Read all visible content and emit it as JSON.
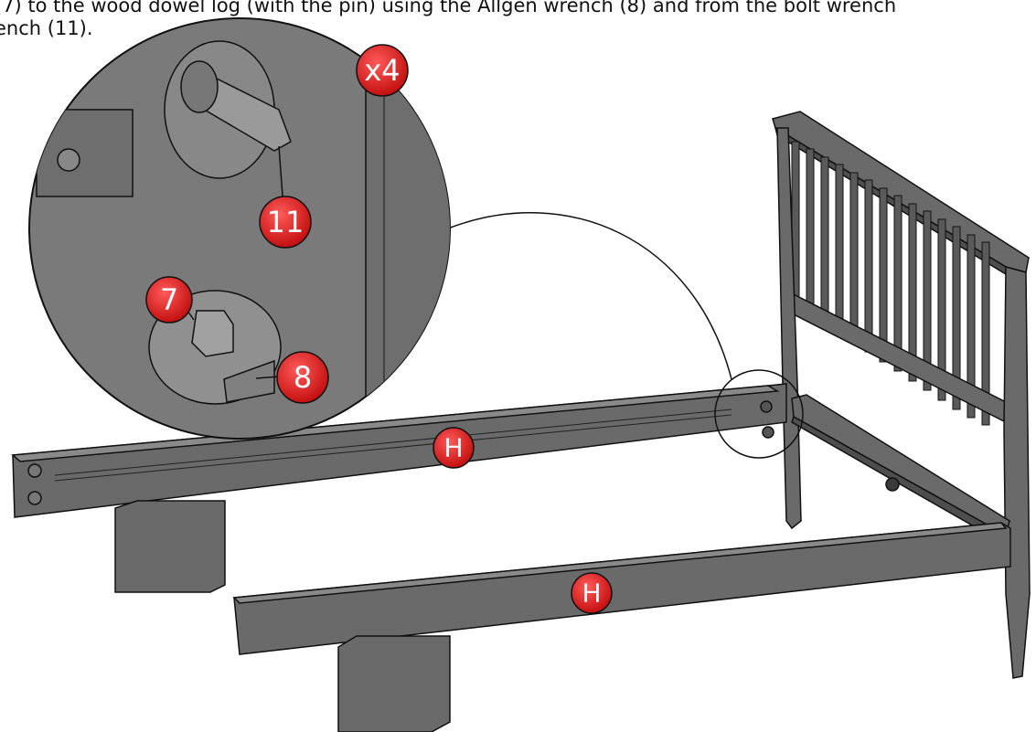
{
  "instructions": {
    "line1": "(7) to the wood dowel log (with the pin) using the Allgen wrench (8) and from the bolt wrench",
    "line2": "ench (11)."
  },
  "callouts": {
    "count": "x4",
    "part_11": "11",
    "part_7": "7",
    "part_8": "8",
    "rail_label_back": "H",
    "rail_label_front": "H"
  },
  "colors": {
    "part_fill": "#6a6a6a",
    "part_dark": "#4e4e4e",
    "part_light": "#8a8a8a",
    "zoom_fill": "#7a7a7a",
    "badge_red": "#d81e1e",
    "outline": "#111111"
  }
}
